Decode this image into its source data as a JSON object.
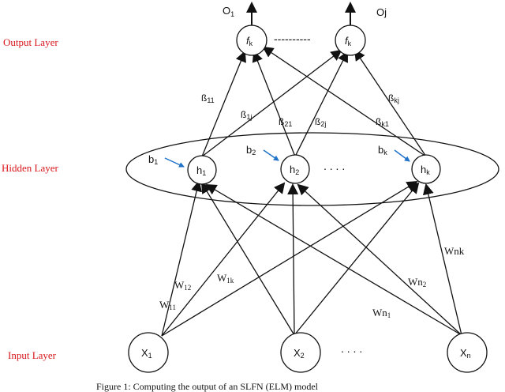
{
  "layers": {
    "output": "Output Layer",
    "hidden": "Hidden Layer",
    "input": "Input Layer"
  },
  "outputs": {
    "o1": {
      "main": "O",
      "sub": "1"
    },
    "oj": {
      "main": "Oj",
      "sub": ""
    }
  },
  "output_nodes": {
    "left": {
      "main": "f",
      "sub": "k"
    },
    "right": {
      "main": "f",
      "sub": "k"
    }
  },
  "hidden_nodes": {
    "h1": {
      "main": "h",
      "sub": "1"
    },
    "h2": {
      "main": "h",
      "sub": "2"
    },
    "hk": {
      "main": "h",
      "sub": "k"
    }
  },
  "biases": {
    "b1": {
      "main": "b",
      "sub": "1"
    },
    "b2": {
      "main": "b",
      "sub": "2"
    },
    "bk": {
      "main": "b",
      "sub": "k"
    }
  },
  "input_nodes": {
    "x1": {
      "main": "X",
      "sub": "1"
    },
    "x2": {
      "main": "X",
      "sub": "2"
    },
    "xn": {
      "main": "X",
      "sub": "n"
    }
  },
  "betas": {
    "b11": {
      "main": "ß",
      "sub": "11"
    },
    "b1j": {
      "main": "ß",
      "sub": "1j"
    },
    "b21": {
      "main": "ß",
      "sub": "21"
    },
    "b2j": {
      "main": "ß",
      "sub": "2j"
    },
    "bk1": {
      "main": "ß",
      "sub": "k1"
    },
    "bkj": {
      "main": "ß",
      "sub": "kj"
    }
  },
  "weights": {
    "w11": {
      "main": "W",
      "sub": "11"
    },
    "w12": {
      "main": "W",
      "sub": "12"
    },
    "w1k": {
      "main": "W",
      "sub": "1k"
    },
    "wn1": {
      "main": "Wn",
      "sub": "1"
    },
    "wn2": {
      "main": "Wn",
      "sub": "2"
    },
    "wnk": {
      "main": "Wnk",
      "sub": ""
    }
  },
  "ellipsis": {
    "output_dash": "----------",
    "hidden_dots": ".    .    .    .",
    "input_dots": ".    .    .    ."
  },
  "caption": "Figure 1: Computing the output of an SLFN (ELM) model"
}
